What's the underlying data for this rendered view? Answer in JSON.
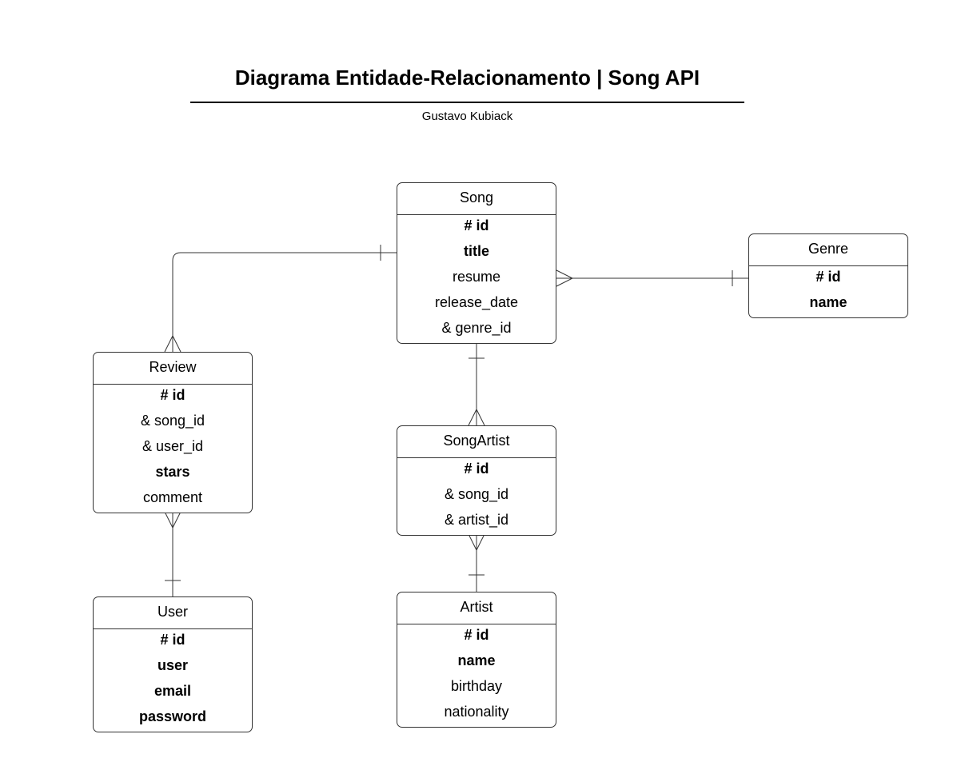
{
  "title": "Diagrama Entidade-Relacionamento | Song API",
  "author": "Gustavo Kubiack",
  "entities": {
    "song": {
      "name": "Song",
      "fields": [
        {
          "label": "# id",
          "key": true
        },
        {
          "label": "title",
          "key": true
        },
        {
          "label": "resume",
          "key": false
        },
        {
          "label": "release_date",
          "key": false
        },
        {
          "label": "& genre_id",
          "key": false
        }
      ]
    },
    "genre": {
      "name": "Genre",
      "fields": [
        {
          "label": "# id",
          "key": true
        },
        {
          "label": "name",
          "key": true
        }
      ]
    },
    "review": {
      "name": "Review",
      "fields": [
        {
          "label": "# id",
          "key": true
        },
        {
          "label": "& song_id",
          "key": false
        },
        {
          "label": "& user_id",
          "key": false
        },
        {
          "label": "stars",
          "key": true
        },
        {
          "label": "comment",
          "key": false
        }
      ]
    },
    "songartist": {
      "name": "SongArtist",
      "fields": [
        {
          "label": "# id",
          "key": true
        },
        {
          "label": "& song_id",
          "key": false
        },
        {
          "label": "& artist_id",
          "key": false
        }
      ]
    },
    "user": {
      "name": "User",
      "fields": [
        {
          "label": "# id",
          "key": true
        },
        {
          "label": "user",
          "key": true
        },
        {
          "label": "email",
          "key": true
        },
        {
          "label": "password",
          "key": true
        }
      ]
    },
    "artist": {
      "name": "Artist",
      "fields": [
        {
          "label": "# id",
          "key": true
        },
        {
          "label": "name",
          "key": true
        },
        {
          "label": "birthday",
          "key": false
        },
        {
          "label": "nationality",
          "key": false
        }
      ]
    }
  },
  "relationships": [
    {
      "from": "Song",
      "from_cardinality": "one",
      "to": "Review",
      "to_cardinality": "many"
    },
    {
      "from": "Genre",
      "from_cardinality": "one",
      "to": "Song",
      "to_cardinality": "many"
    },
    {
      "from": "Song",
      "from_cardinality": "one",
      "to": "SongArtist",
      "to_cardinality": "many"
    },
    {
      "from": "User",
      "from_cardinality": "one",
      "to": "Review",
      "to_cardinality": "many"
    },
    {
      "from": "Artist",
      "from_cardinality": "one",
      "to": "SongArtist",
      "to_cardinality": "many"
    }
  ]
}
